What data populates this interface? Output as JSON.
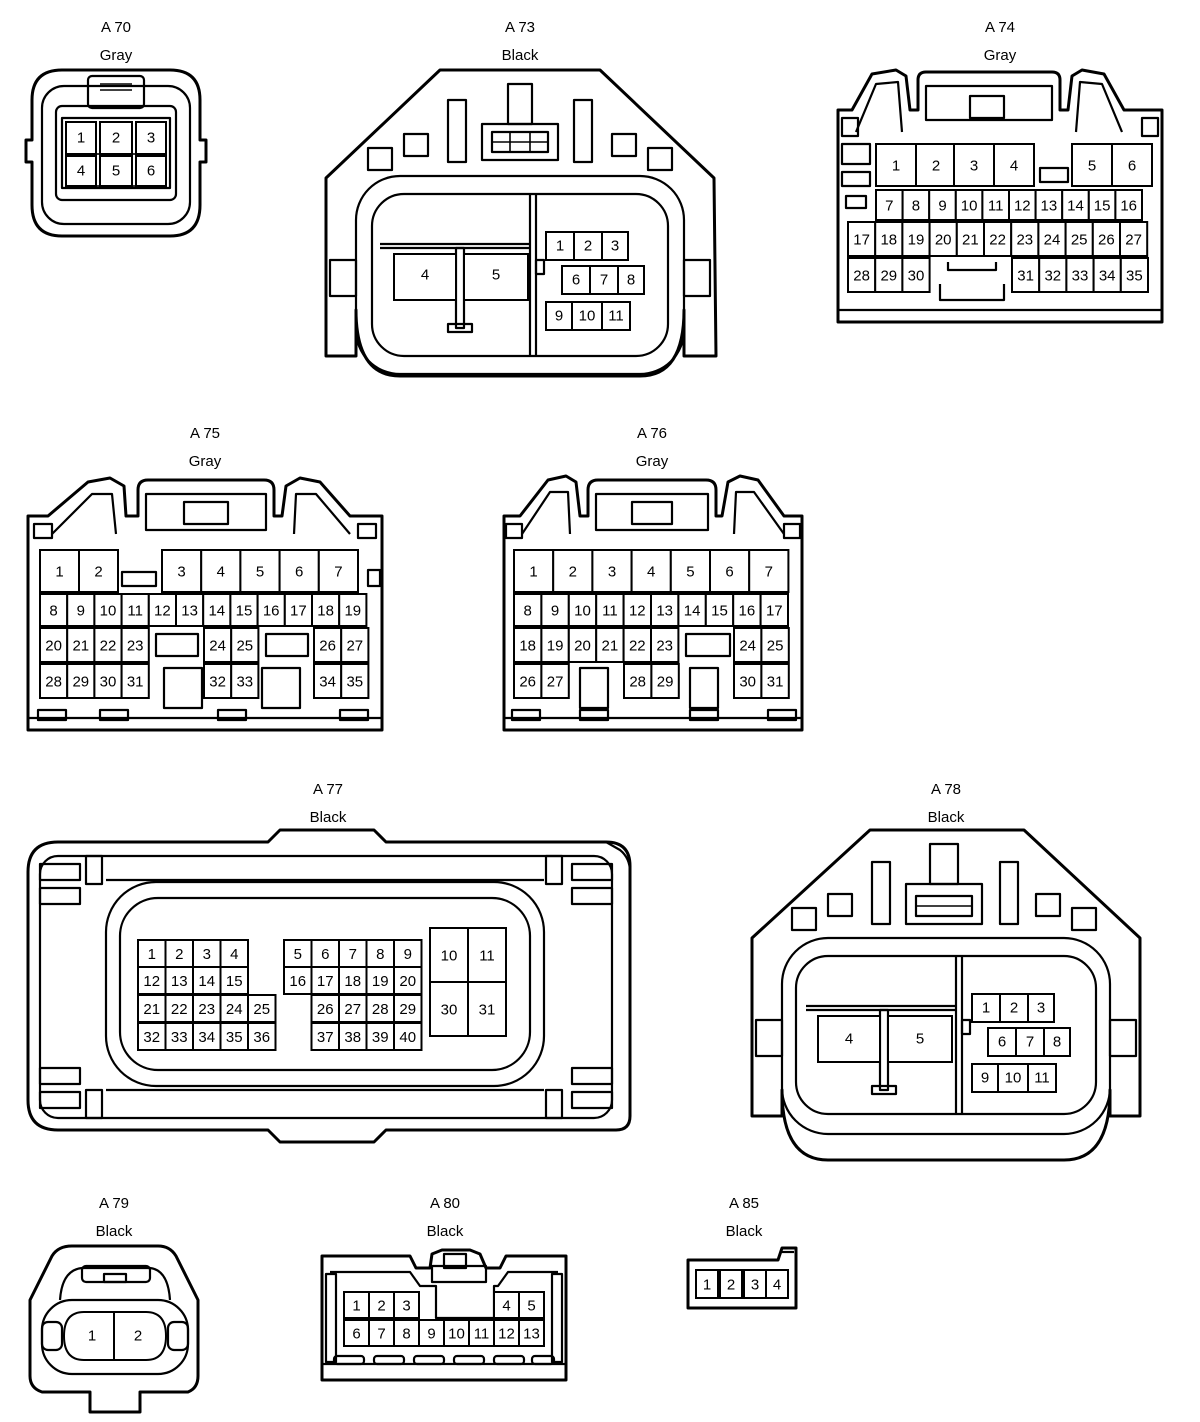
{
  "connectors": [
    {
      "id": "A70",
      "label": "A 70",
      "color": "Gray",
      "pins": [
        "1",
        "2",
        "3",
        "4",
        "5",
        "6"
      ]
    },
    {
      "id": "A73",
      "label": "A 73",
      "color": "Black",
      "pins": [
        "1",
        "2",
        "3",
        "4",
        "5",
        "6",
        "7",
        "8",
        "9",
        "10",
        "11"
      ]
    },
    {
      "id": "A74",
      "label": "A 74",
      "color": "Gray",
      "pins": [
        "1",
        "2",
        "3",
        "4",
        "5",
        "6",
        "7",
        "8",
        "9",
        "10",
        "11",
        "12",
        "13",
        "14",
        "15",
        "16",
        "17",
        "18",
        "19",
        "20",
        "21",
        "22",
        "23",
        "24",
        "25",
        "26",
        "27",
        "28",
        "29",
        "30",
        "31",
        "32",
        "33",
        "34",
        "35"
      ]
    },
    {
      "id": "A75",
      "label": "A 75",
      "color": "Gray",
      "pins": [
        "1",
        "2",
        "3",
        "4",
        "5",
        "6",
        "7",
        "8",
        "9",
        "10",
        "11",
        "12",
        "13",
        "14",
        "15",
        "16",
        "17",
        "18",
        "19",
        "20",
        "21",
        "22",
        "23",
        "24",
        "25",
        "26",
        "27",
        "28",
        "29",
        "30",
        "31",
        "32",
        "33",
        "34",
        "35"
      ]
    },
    {
      "id": "A76",
      "label": "A 76",
      "color": "Gray",
      "pins": [
        "1",
        "2",
        "3",
        "4",
        "5",
        "6",
        "7",
        "8",
        "9",
        "10",
        "11",
        "12",
        "13",
        "14",
        "15",
        "16",
        "17",
        "18",
        "19",
        "20",
        "21",
        "22",
        "23",
        "24",
        "25",
        "26",
        "27",
        "28",
        "29",
        "30",
        "31"
      ]
    },
    {
      "id": "A77",
      "label": "A 77",
      "color": "Black",
      "pins": [
        "1",
        "2",
        "3",
        "4",
        "5",
        "6",
        "7",
        "8",
        "9",
        "10",
        "11",
        "12",
        "13",
        "14",
        "15",
        "16",
        "17",
        "18",
        "19",
        "20",
        "21",
        "22",
        "23",
        "24",
        "25",
        "26",
        "27",
        "28",
        "29",
        "30",
        "31",
        "32",
        "33",
        "34",
        "35",
        "36",
        "37",
        "38",
        "39",
        "40"
      ]
    },
    {
      "id": "A78",
      "label": "A 78",
      "color": "Black",
      "pins": [
        "1",
        "2",
        "3",
        "4",
        "5",
        "6",
        "7",
        "8",
        "9",
        "10",
        "11"
      ]
    },
    {
      "id": "A79",
      "label": "A 79",
      "color": "Black",
      "pins": [
        "1",
        "2"
      ]
    },
    {
      "id": "A80",
      "label": "A 80",
      "color": "Black",
      "pins": [
        "1",
        "2",
        "3",
        "4",
        "5",
        "6",
        "7",
        "8",
        "9",
        "10",
        "11",
        "12",
        "13"
      ]
    },
    {
      "id": "A85",
      "label": "A 85",
      "color": "Black",
      "pins": [
        "1",
        "2",
        "3",
        "4"
      ]
    }
  ]
}
